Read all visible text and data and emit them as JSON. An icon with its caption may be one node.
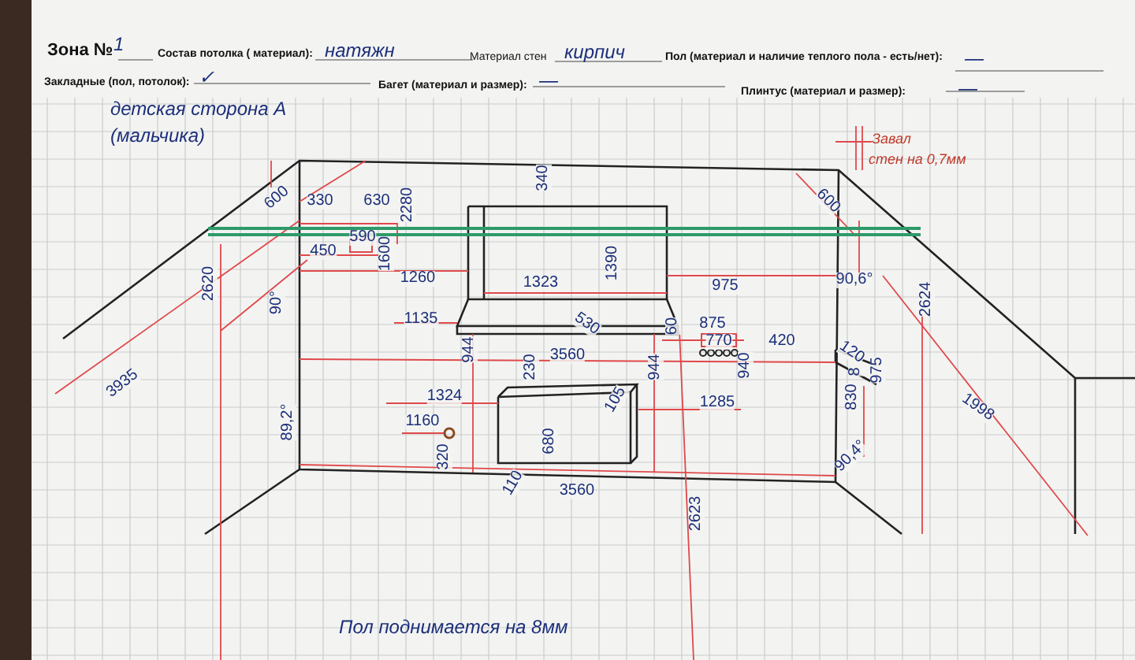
{
  "diagram": {
    "labels": [
      "Зона №",
      "1",
      "Состав потолка ( материал):",
      "натяжн",
      "Материал стен",
      "кирпич",
      "Пол (материал и наличие теплого пола - есть/нет):",
      "—",
      "Закладные (пол, потолок):",
      "✓",
      "Багет (материал и размер):",
      "—",
      "Плинтус (материал и размер):",
      "—",
      "детская сторона А",
      "(мальчика)",
      "Завал",
      "стен на 0,7мм",
      "600",
      "330",
      "630",
      "2280",
      "340",
      "600",
      "590",
      "1600",
      "450",
      "1260",
      "1323",
      "1390",
      "975",
      "90,6°",
      "2624",
      "2620",
      "90°",
      "1135",
      "530",
      "60",
      "875",
      "770",
      "420",
      "120",
      "8",
      "975",
      "3935",
      "944",
      "230",
      "3560",
      "944",
      "940",
      "830",
      "1998",
      "89,2°",
      "1324",
      "1160",
      "680",
      "105",
      "1285",
      "320",
      "90,4°",
      "110",
      "3560",
      "2623",
      "Пол поднимается на 8мм"
    ]
  }
}
